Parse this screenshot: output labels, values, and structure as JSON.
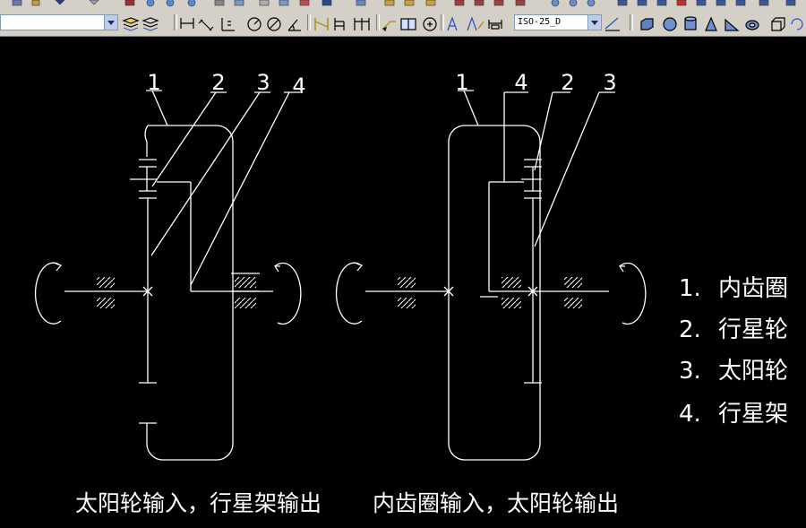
{
  "toolbar": {
    "dimstyle_value": "ISO-25_D",
    "left_combo_value": ""
  },
  "drawing": {
    "colors": {
      "background": "#000000",
      "lines": "#ffffff"
    },
    "left_diagram": {
      "callouts": [
        "1",
        "2",
        "3",
        "4"
      ],
      "caption": "太阳轮输入，行星架输出"
    },
    "right_diagram": {
      "callouts": [
        "1",
        "4",
        "2",
        "3"
      ],
      "caption": "内齿圈输入，太阳轮输出"
    },
    "legend": [
      {
        "number": "1.",
        "label": "内齿圈"
      },
      {
        "number": "2.",
        "label": "行星轮"
      },
      {
        "number": "3.",
        "label": "太阳轮"
      },
      {
        "number": "4.",
        "label": "行星架"
      }
    ]
  }
}
